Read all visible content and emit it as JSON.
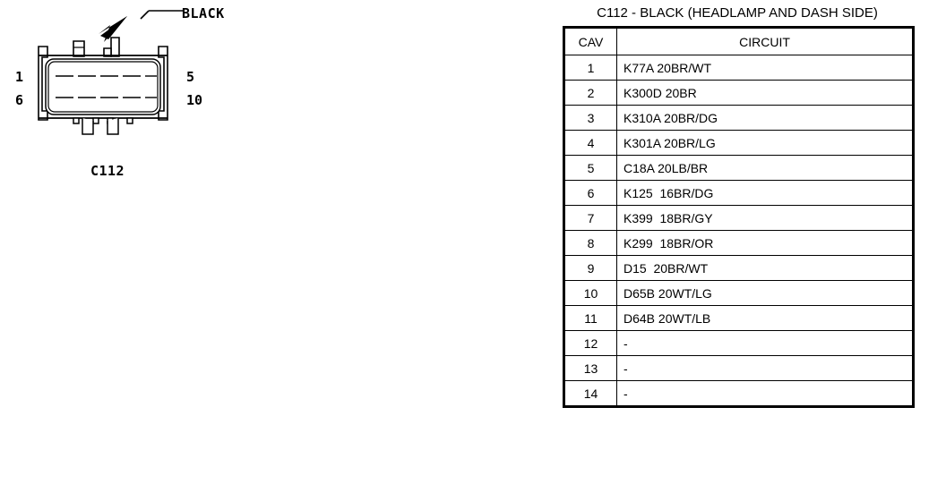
{
  "connector": {
    "callout_label": "BLACK",
    "name": "C112",
    "pin_top_left": "1",
    "pin_bottom_left": "6",
    "pin_top_right": "5",
    "pin_bottom_right": "10",
    "line_color": "#000000"
  },
  "table": {
    "title": "C112 - BLACK (HEADLAMP AND DASH SIDE)",
    "headers": {
      "cav": "CAV",
      "circuit": "CIRCUIT"
    },
    "rows": [
      {
        "cav": "1",
        "circuit": "K77A 20BR/WT"
      },
      {
        "cav": "2",
        "circuit": "K300D 20BR"
      },
      {
        "cav": "3",
        "circuit": "K310A 20BR/DG"
      },
      {
        "cav": "4",
        "circuit": "K301A 20BR/LG"
      },
      {
        "cav": "5",
        "circuit": "C18A 20LB/BR"
      },
      {
        "cav": "6",
        "circuit": "K125  16BR/DG"
      },
      {
        "cav": "7",
        "circuit": "K399  18BR/GY"
      },
      {
        "cav": "8",
        "circuit": "K299  18BR/OR"
      },
      {
        "cav": "9",
        "circuit": "D15  20BR/WT"
      },
      {
        "cav": "10",
        "circuit": "D65B 20WT/LG"
      },
      {
        "cav": "11",
        "circuit": "D64B 20WT/LB"
      },
      {
        "cav": "12",
        "circuit": "-"
      },
      {
        "cav": "13",
        "circuit": "-"
      },
      {
        "cav": "14",
        "circuit": "-"
      }
    ]
  }
}
